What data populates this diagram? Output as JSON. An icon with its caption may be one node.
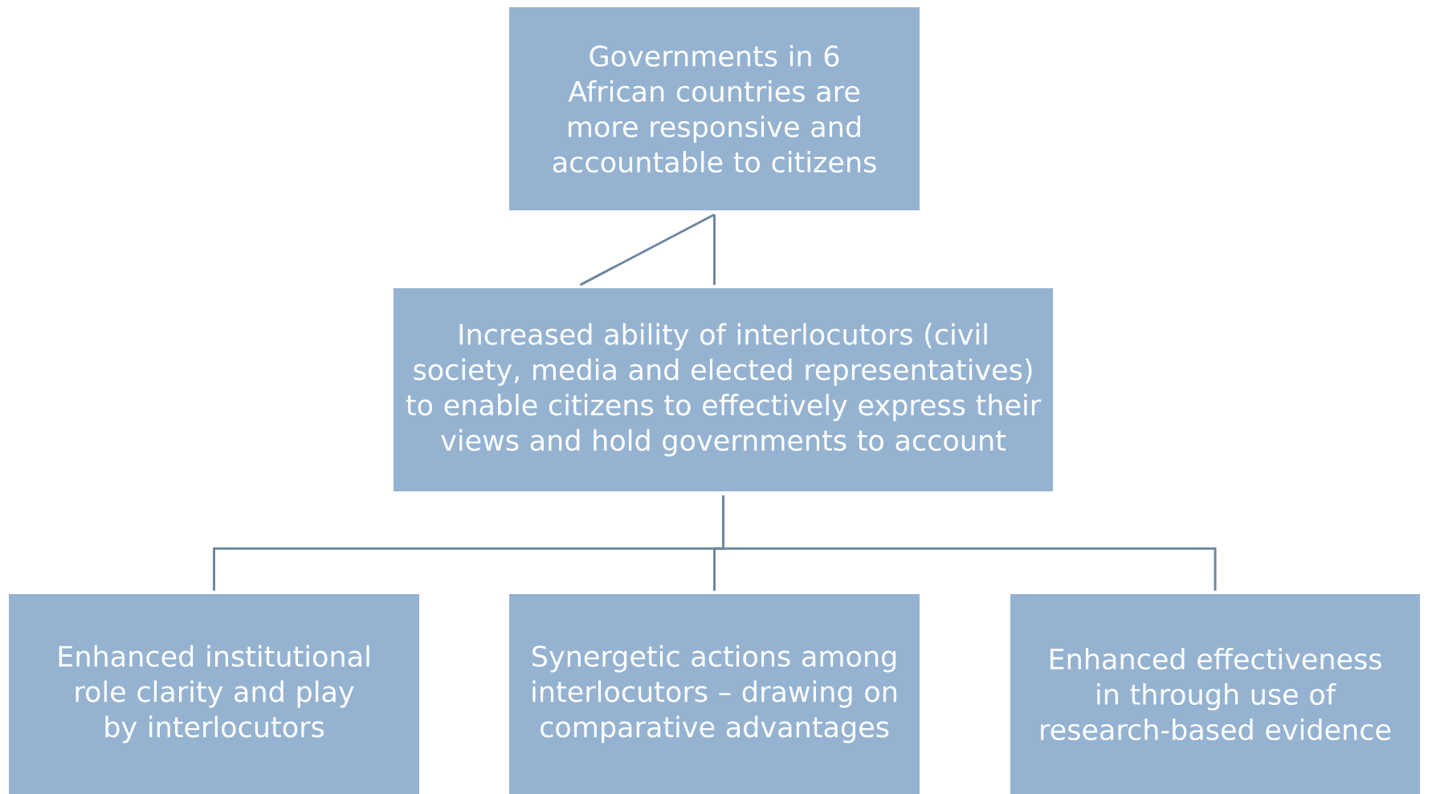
{
  "diagram": {
    "nodes": [
      {
        "text": [
          "Governments in 6 African countries are more responsive and accountable to citizens"
        ]
      },
      {
        "text": [
          "Increased ability of interlocutors (civil society, media and elected representatives) to enable citizens to effectively express their views and hold governments to account"
        ]
      },
      {
        "text": [
          "Enhanced institutional role clarity and play by interlocutors"
        ]
      },
      {
        "text": [
          "Synergetic actions among interlocutors – drawing on comparative advantages"
        ]
      },
      {
        "text": [
          "Enhanced effectiveness in through use of research-based evidence"
        ]
      }
    ],
    "edges": [
      {
        "from": 0,
        "to": 1,
        "arrow": "none"
      },
      {
        "from": 0,
        "to": 1,
        "arrow": "none"
      },
      {
        "from": 1,
        "to": 2,
        "arrow": "none"
      },
      {
        "from": 1,
        "to": 3,
        "arrow": "none"
      },
      {
        "from": 1,
        "to": 4,
        "arrow": "none"
      }
    ]
  }
}
